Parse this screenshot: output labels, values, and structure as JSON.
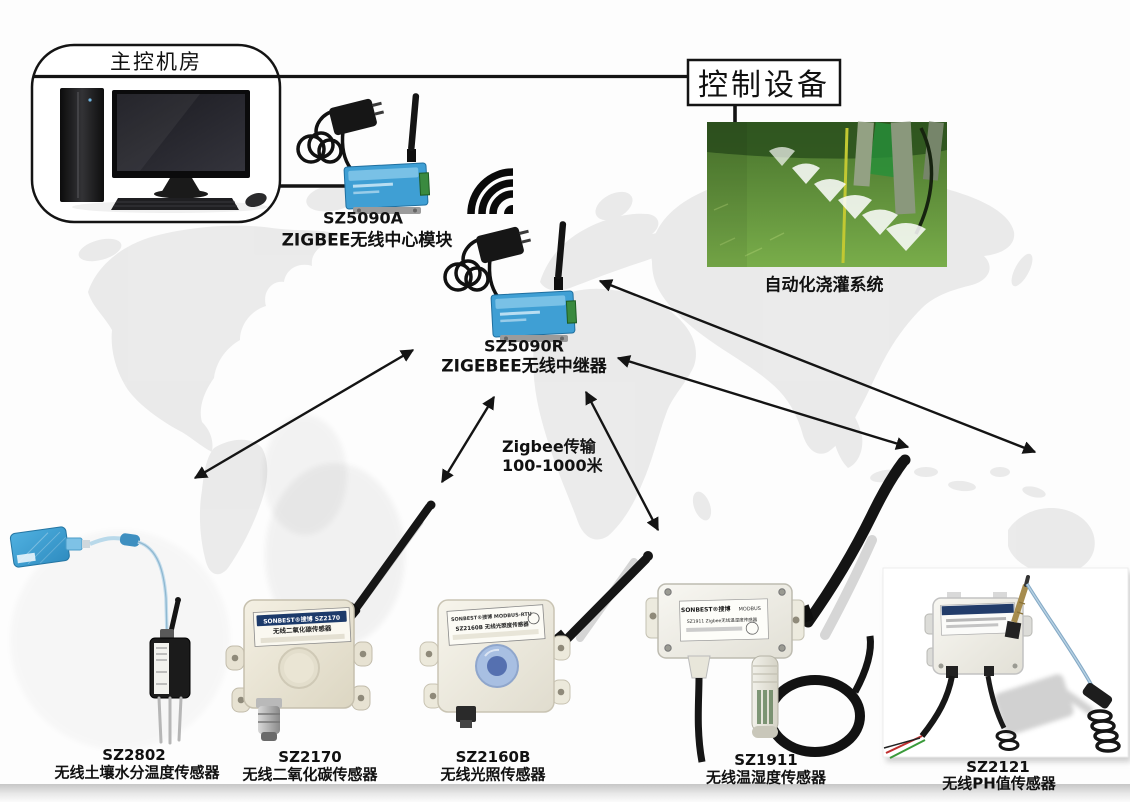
{
  "diagram": {
    "control_room": {
      "title": "主控机房"
    },
    "control_device": {
      "label": "控制设备"
    },
    "irrigation": {
      "caption": "自动化浇灌系统"
    },
    "center_module": {
      "model": "SZ5090A",
      "name": "ZIGBEE无线中心模块"
    },
    "repeater": {
      "model": "SZ5090R",
      "name": "ZIGEBEE无线中继器"
    },
    "link": {
      "line1": "Zigbee传输",
      "line2": "100-1000米"
    }
  },
  "sensors": [
    {
      "model": "SZ2802",
      "name": "无线土壤水分温度传感器"
    },
    {
      "model": "SZ2170",
      "name": "无线二氧化碳传感器"
    },
    {
      "model": "SZ2160B",
      "name": "无线光照传感器"
    },
    {
      "model": "SZ1911",
      "name": "无线温湿度传感器"
    },
    {
      "model": "SZ2121",
      "name": "无线PH值传感器"
    }
  ],
  "plates": {
    "sz2170_line1": "SONBEST®搜博 SZ2170",
    "sz2170_line2": "无线二氧化碳传感器",
    "sz2160b_line1": "SONBEST®搜博 MODBUS-RTU",
    "sz2160b_line2": "SZ2160B 无线光照度传感器",
    "sz1911_brand": "SONBEST®搜博",
    "sz1911_proto": "MODBUS",
    "sz1911_line2": "SZ1911 Zigbee无线温湿度传感器"
  },
  "colors": {
    "module_blue": "#3f9fd4",
    "sensor_beige": "#ece7d8",
    "arrow_black": "#141414",
    "map_gray": "#e9e9e9",
    "grass_green": "#5d9238"
  }
}
